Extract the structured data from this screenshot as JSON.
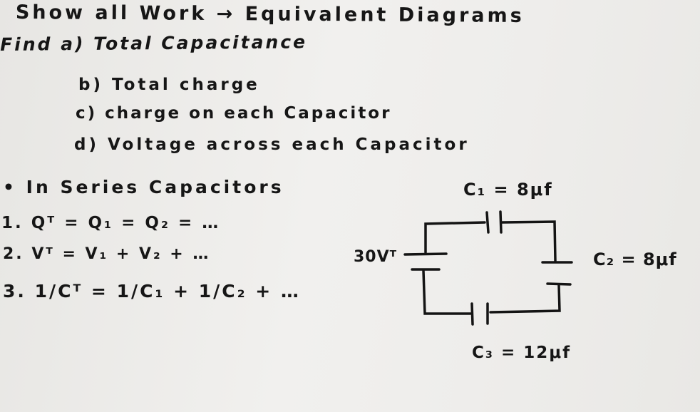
{
  "header": {
    "text": "Show all Work → Equivalent Diagrams"
  },
  "questions": {
    "a": "Find a) Total Capacitance",
    "b": "b) Total charge",
    "c": "c) charge on each Capacitor",
    "d": "d) Voltage across each Capacitor"
  },
  "series_notes": {
    "heading": "• In Series Capacitors",
    "rule_1": "1. Qᵀ = Q₁ = Q₂ = …",
    "rule_2": "2. Vᵀ = V₁ + V₂ + …",
    "rule_3": "3. 1/Cᵀ = 1/C₁ + 1/C₂ + …"
  },
  "circuit": {
    "source_label": "30Vᵀ",
    "c1_label": "C₁ = 8μf",
    "c2_label": "C₂ = 8μf",
    "c3_label": "C₃ = 12μf",
    "ink_color": "#141414"
  }
}
